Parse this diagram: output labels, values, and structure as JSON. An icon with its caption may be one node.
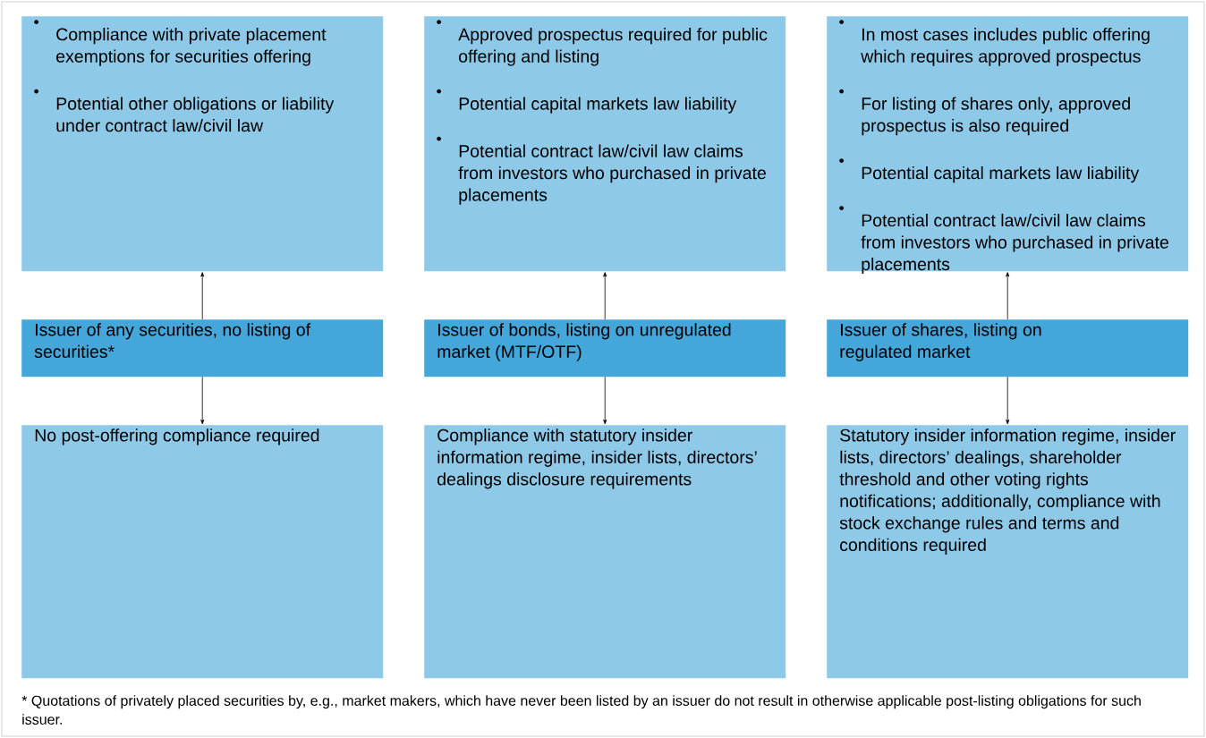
{
  "diagram": {
    "nodes": [
      {
        "text": [
          "Compliance with private placement exemptions for securities offering",
          "Potential other obligations or liability under contract law/civil law"
        ]
      },
      {
        "text": [
          "Approved prospectus required for public offering and listing",
          "Potential capital markets law liability",
          "Potential contract law/civil law claims from investors who purchased in private placements"
        ]
      },
      {
        "text": [
          "In most cases includes public offering which requires approved prospectus",
          "For listing of shares only, approved prospectus is also required",
          "Potential capital markets law liability",
          "Potential contract law/civil law claims from investors who purchased in private placements"
        ]
      },
      {
        "text": [
          "Issuer of any securities, no listing of securities*"
        ]
      },
      {
        "text": [
          "Issuer of bonds, listing on unregulated market (MTF/OTF)"
        ]
      },
      {
        "text": [
          "Issuer of shares, listing on regulated market"
        ]
      },
      {
        "text": [
          "No post-offering compliance required"
        ]
      },
      {
        "text": [
          "Compliance with statutory insider information regime, insider lists, directors’ dealings disclosure requirements"
        ]
      },
      {
        "text": [
          "Statutory insider information regime, insider lists, directors’ dealings, shareholder threshold and other voting rights notifications; additionally, compliance with stock exchange rules and terms and conditions required"
        ]
      }
    ],
    "edges": [
      {
        "from": 3,
        "to": 0,
        "arrow": "to"
      },
      {
        "from": 3,
        "to": 6,
        "arrow": "to"
      },
      {
        "from": 4,
        "to": 1,
        "arrow": "to"
      },
      {
        "from": 4,
        "to": 7,
        "arrow": "to"
      },
      {
        "from": 5,
        "to": 2,
        "arrow": "to"
      },
      {
        "from": 5,
        "to": 8,
        "arrow": "to"
      }
    ],
    "labels": [
      "* Quotations of privately placed securities by, e.g., market makers, which have never been listed by an issuer do not result in otherwise applicable post-listing obligations for such issuer."
    ]
  }
}
